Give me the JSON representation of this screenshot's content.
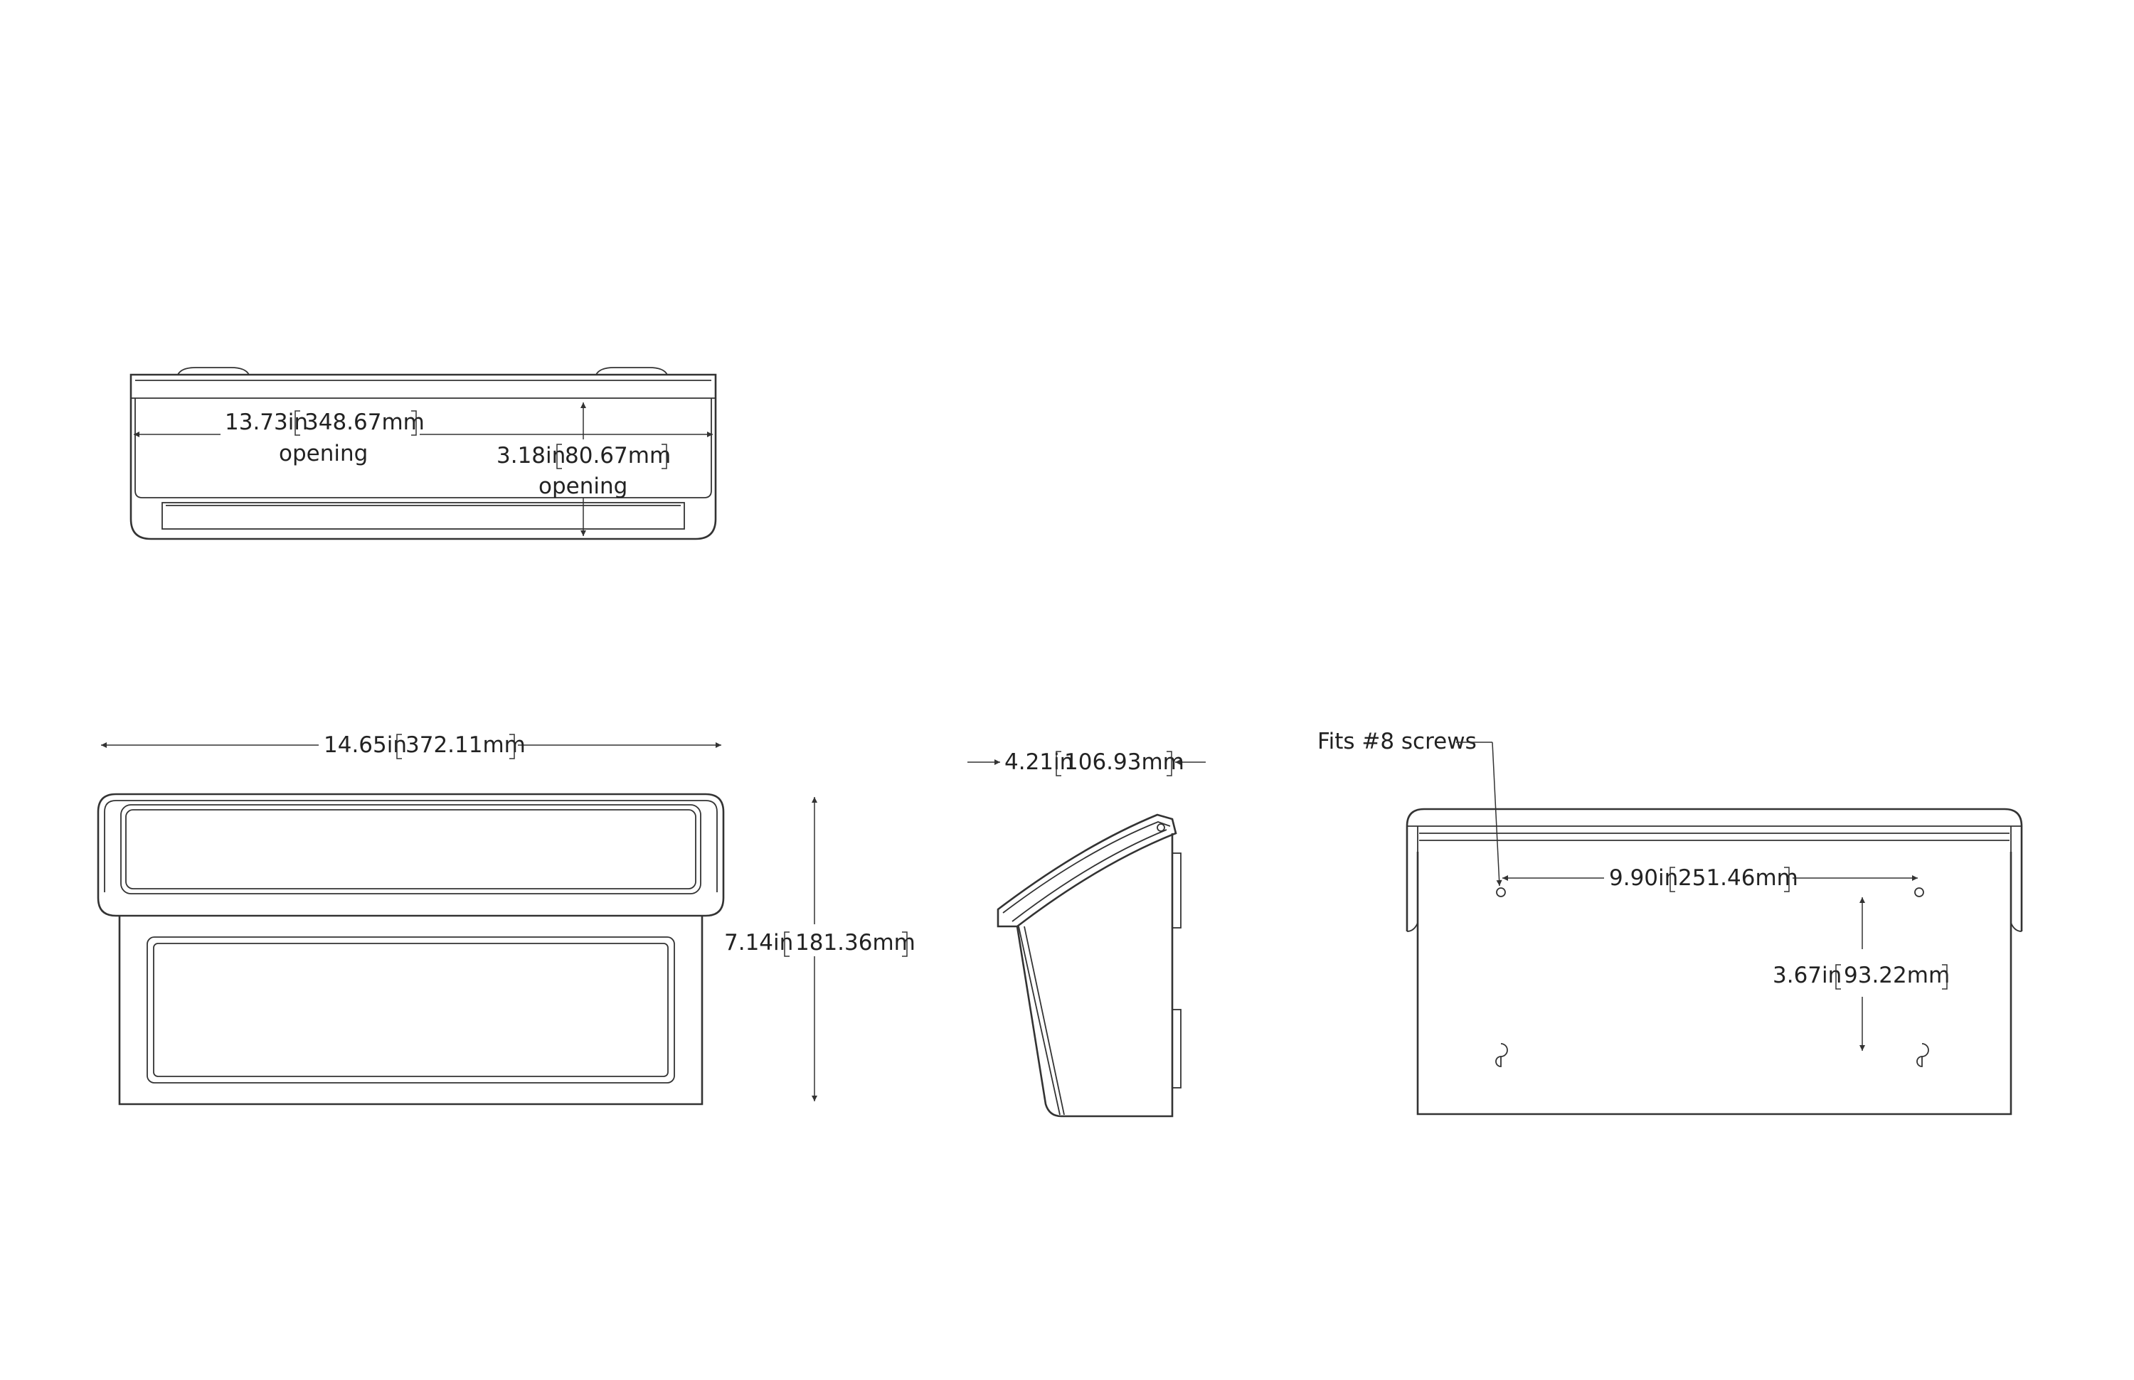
{
  "views": {
    "top": {
      "width_dim": {
        "value": "13.73in",
        "metric": "348.67mm",
        "note": "opening"
      },
      "depth_dim": {
        "value": "3.18in",
        "metric": "80.67mm",
        "note": "opening"
      }
    },
    "front": {
      "width_dim": {
        "value": "14.65in",
        "metric": "372.11mm"
      },
      "height_dim": {
        "value": "7.14in",
        "metric": "181.36mm"
      }
    },
    "side": {
      "depth_dim": {
        "value": "4.21in",
        "metric": "106.93mm"
      }
    },
    "back": {
      "callout": "Fits #8 screws",
      "hole_spacing_dim": {
        "value": "9.90in",
        "metric": "251.46mm"
      },
      "vertical_dim": {
        "value": "3.67in",
        "metric": "93.22mm"
      }
    }
  }
}
